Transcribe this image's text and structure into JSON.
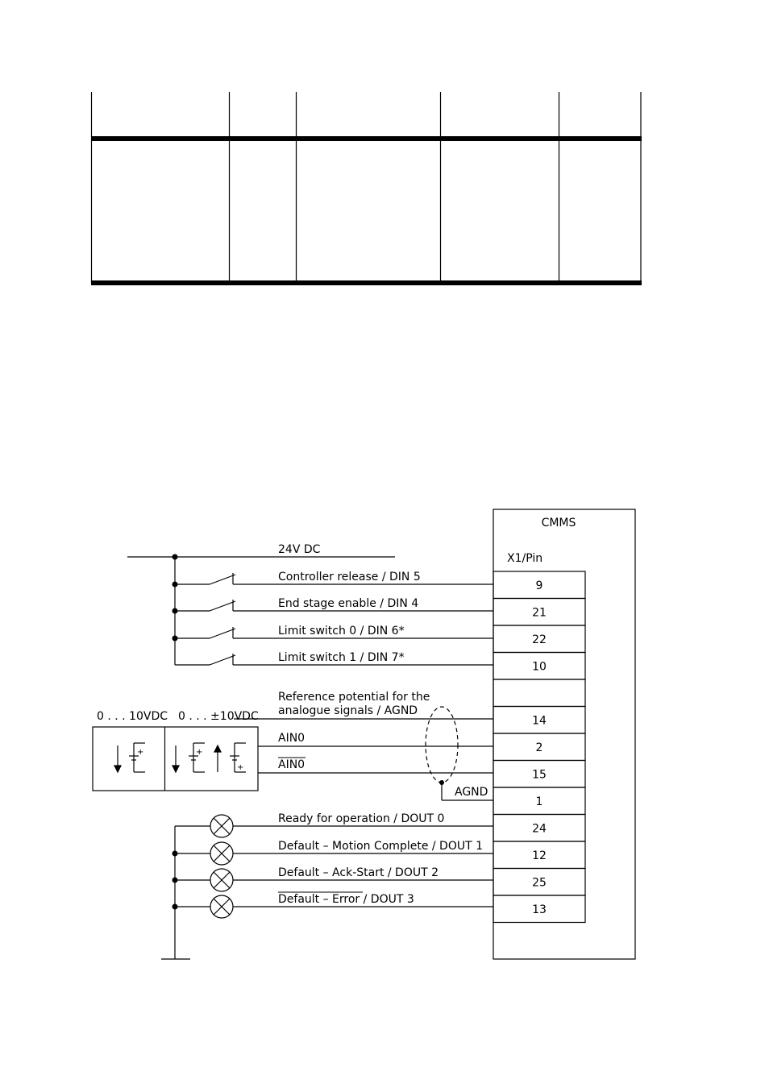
{
  "top_table": {
    "columns": [
      "",
      "",
      "",
      "",
      ""
    ],
    "rows": [
      [
        "",
        "",
        "",
        "",
        ""
      ]
    ]
  },
  "supply": {
    "label": "24V DC"
  },
  "cmms": {
    "title": "CMMS",
    "pin_header": "X1/Pin",
    "pins": [
      "9",
      "21",
      "22",
      "10",
      "",
      "14",
      "2",
      "15",
      "1",
      "24",
      "12",
      "25",
      "13"
    ]
  },
  "inputs": [
    {
      "label": "Controller release / DIN 5",
      "pin": "9"
    },
    {
      "label": "End stage enable / DIN 4",
      "pin": "21"
    },
    {
      "label": "Limit switch 0 / DIN 6*",
      "pin": "22"
    },
    {
      "label": "Limit switch 1 / DIN 7*",
      "pin": "10"
    }
  ],
  "analog": {
    "ref_label_line1": "Reference potential for the",
    "ref_label_line2": "analogue signals / AGND",
    "ain0": "AIN0",
    "ain0_inv": "AIN0",
    "agnd": "AGND",
    "range1": "0 . . . 10VDC",
    "range2": "0 . . . ±10VDC"
  },
  "outputs": [
    {
      "label": "Ready for operation / DOUT 0",
      "pin": "24"
    },
    {
      "label": "Default – Motion Complete / DOUT 1",
      "pin": "12"
    },
    {
      "label": "Default – Ack-Start / DOUT 2",
      "pin": "25"
    },
    {
      "label": "Default  –  Error / DOUT 3",
      "pin": "13"
    }
  ]
}
